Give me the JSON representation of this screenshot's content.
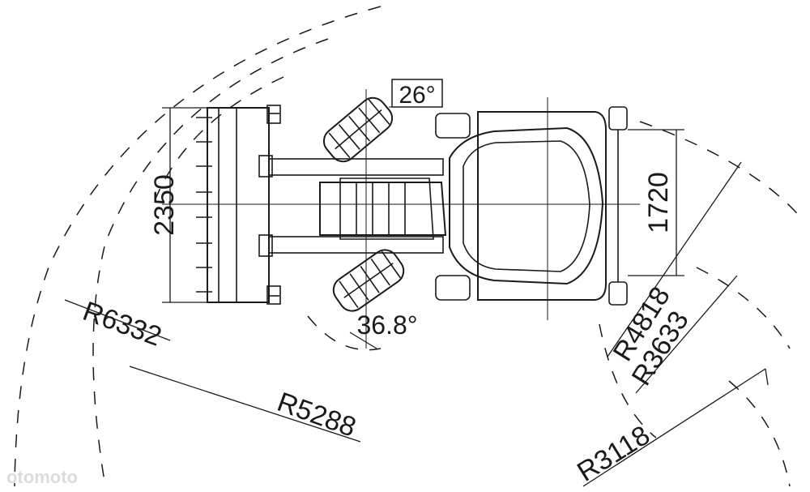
{
  "drawing": {
    "overall_width": "2350",
    "track_width": "1720",
    "articulation_angle_upper": "26°",
    "articulation_angle_lower": "36.8°",
    "radius_outer_bucket": "R6332",
    "radius_outer_wheel": "R5288",
    "radius_rear_outer": "R4818",
    "radius_rear_inner": "R3633",
    "radius_inner": "R3118"
  },
  "watermark": "otomoto",
  "colors": {
    "line": "#1a1a1a",
    "background": "#ffffff"
  }
}
